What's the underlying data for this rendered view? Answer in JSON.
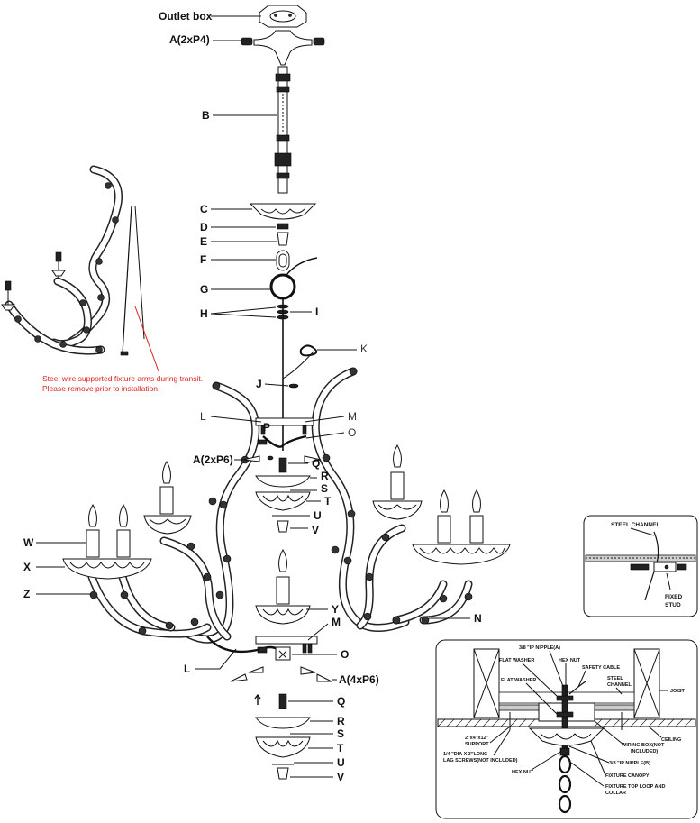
{
  "labels": {
    "outlet_box": "Outlet box",
    "a_2xp4": "A(2xP4)",
    "b": "B",
    "c": "C",
    "d": "D",
    "e": "E",
    "f": "F",
    "g": "G",
    "h": "H",
    "i": "I",
    "j": "J",
    "k": "K",
    "l_top": "L",
    "m_top": "M",
    "o_top": "O",
    "p": "P",
    "a_2xp6": "A(2xP6)",
    "q_top": "Q",
    "r_top": "R",
    "s_top": "S",
    "t_top": "T",
    "u_top": "U",
    "v_top": "V",
    "w": "W",
    "x": "X",
    "z": "Z",
    "n": "N",
    "y": "Y",
    "m_bottom": "M",
    "o_bottom": "O",
    "l_bottom": "L",
    "a_4xp6": "A(4xP6)",
    "q_bottom": "Q",
    "r_bottom": "R",
    "s_bottom": "S",
    "t_bottom": "T",
    "u_bottom": "U",
    "v_bottom": "V"
  },
  "transit_note": {
    "line1": "Steel wire supported fixture arms during transit.",
    "line2": "Please remove prior to installation."
  },
  "steel_channel_inset": {
    "title": "STEEL CHANNEL",
    "stud_line1": "FIXED",
    "stud_line2": "STUD"
  },
  "mounting_inset": {
    "nipple_a": "3/8 \"IP NIPPLE(A)",
    "hex_nut_top": "HEX NUT",
    "flat_washer_1": "FLAT WASHER",
    "safety_cable": "SAFETY CABLE",
    "flat_washer_2": "FLAT WASHER",
    "steel_channel_1": "STEEL",
    "steel_channel_2": "CHANNEL",
    "joist": "JOIST",
    "ceiling": "CEILING",
    "support_1": "2\"x4\"x12\"",
    "support_2": "SUPPORT",
    "wiring_box_1": "WIRING BOX(NOT",
    "wiring_box_2": "INCLUDED)",
    "lag_1": "1/4 \"DIA X 3\"LONG",
    "lag_2": "LAG SCREWS(NOT INCLUDED)",
    "nipple_b": "3/8 \"IP NIPPLE(B)",
    "hex_nut_bottom": "HEX NUT",
    "canopy": "FIXTURE CANOPY",
    "loop_1": "FIXTURE TOP LOOP AND",
    "loop_2": "COLLAR"
  }
}
